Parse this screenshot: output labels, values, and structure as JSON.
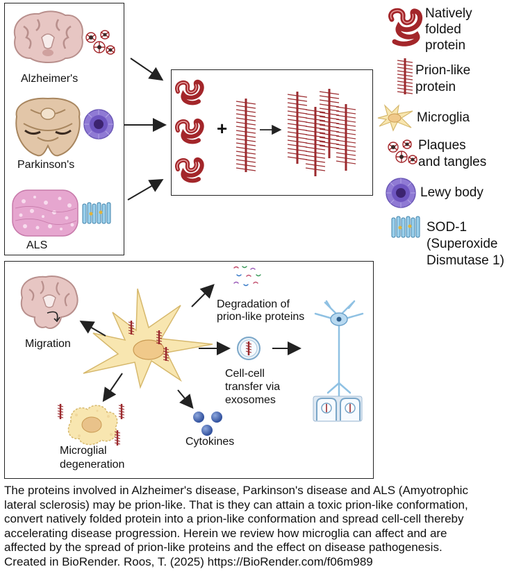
{
  "diseases": {
    "alzheimers": "Alzheimer's",
    "parkinsons": "Parkinson's",
    "als": "ALS"
  },
  "legend": {
    "natively_folded": [
      "Natively",
      "folded",
      "protein"
    ],
    "prion_like": [
      "Prion-like",
      "protein"
    ],
    "microglia": "Microglia",
    "plaques": [
      "Plaques",
      "and tangles"
    ],
    "lewy_body": "Lewy body",
    "sod1": [
      "SOD-1",
      "(Superoxide",
      "Dismutase 1)"
    ]
  },
  "conversion": {
    "plus": "+"
  },
  "microglia_panel": {
    "migration": "Migration",
    "degradation": [
      "Degradation of",
      "prion-like proteins"
    ],
    "transfer": [
      "Cell-cell",
      "transfer via",
      "exosomes"
    ],
    "cytokines": "Cytokines",
    "degeneration": [
      "Microglial",
      "degeneration"
    ]
  },
  "caption": [
    "The proteins involved in Alzheimer's disease, Parkinson's disease and ALS (Amyotrophic",
    "lateral sclerosis) may be prion-like. That is they can attain a toxic prion-like conformation,",
    "convert natively folded protein into a prion-like conformation and spread cell-cell thereby",
    "accelerating disease progression. Herein we review how microglia can affect and are",
    "affected by the spread of prion-like proteins and the effect on disease pathogenesis.",
    "Created in BioRender. Roos, T. (2025) https://BioRender.com/f06m989"
  ],
  "colors": {
    "protein_red": "#a3262a",
    "fibril_red": "#9b2a2e",
    "microglia_yellow": "#f6e2a8",
    "lewy_purple": "#5b3ea3",
    "sod_blue": "#5aa9d6",
    "brain_pink": "#d9b0ae",
    "neuron_blue": "#8fc1e3"
  }
}
